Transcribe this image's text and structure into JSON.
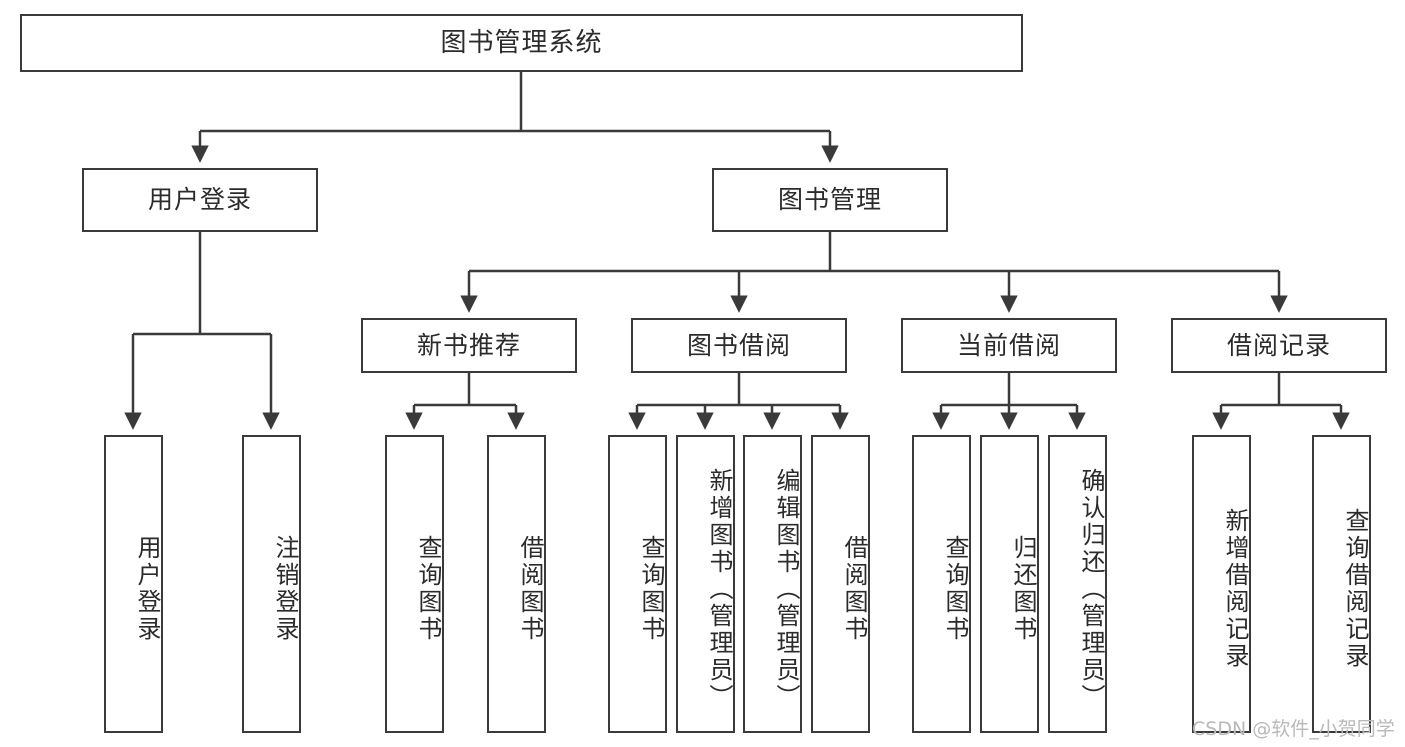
{
  "diagram": {
    "type": "tree-hierarchy-chart",
    "title": "图书管理系统",
    "colors": {
      "box_border": "#3a3a3a",
      "box_fill": "#ffffff",
      "edge": "#3a3a3a",
      "text": "#2b2b2b",
      "watermark": "#b9b9b9",
      "background": "#ffffff"
    },
    "levels": {
      "level1": [
        {
          "id": "root",
          "label": "图书管理系统",
          "orientation": "horizontal"
        }
      ],
      "level2": [
        {
          "id": "user-login",
          "label": "用户登录",
          "orientation": "horizontal",
          "parent": "root"
        },
        {
          "id": "book-management",
          "label": "图书管理",
          "orientation": "horizontal",
          "parent": "root"
        }
      ],
      "level3": [
        {
          "id": "new-book-recommend",
          "label": "新书推荐",
          "orientation": "horizontal",
          "parent": "book-management"
        },
        {
          "id": "book-borrow",
          "label": "图书借阅",
          "orientation": "horizontal",
          "parent": "book-management"
        },
        {
          "id": "current-borrow",
          "label": "当前借阅",
          "orientation": "horizontal",
          "parent": "book-management"
        },
        {
          "id": "borrow-record",
          "label": "借阅记录",
          "orientation": "horizontal",
          "parent": "book-management"
        }
      ],
      "level4": [
        {
          "id": "leaf-user-login",
          "label": "用户登录",
          "orientation": "vertical",
          "parent": "user-login"
        },
        {
          "id": "leaf-logout",
          "label": "注销登录",
          "orientation": "vertical",
          "parent": "user-login"
        },
        {
          "id": "leaf-query-book-1",
          "label": "查询图书",
          "orientation": "vertical",
          "parent": "new-book-recommend"
        },
        {
          "id": "leaf-borrow-book-1",
          "label": "借阅图书",
          "orientation": "vertical",
          "parent": "new-book-recommend"
        },
        {
          "id": "leaf-query-book-2",
          "label": "查询图书",
          "orientation": "vertical",
          "parent": "book-borrow"
        },
        {
          "id": "leaf-add-book",
          "label": "新增图书（管理员）",
          "orientation": "vertical",
          "parent": "book-borrow"
        },
        {
          "id": "leaf-edit-book",
          "label": "编辑图书（管理员）",
          "orientation": "vertical",
          "parent": "book-borrow"
        },
        {
          "id": "leaf-borrow-book-2",
          "label": "借阅图书",
          "orientation": "vertical",
          "parent": "book-borrow"
        },
        {
          "id": "leaf-query-book-3",
          "label": "查询图书",
          "orientation": "vertical",
          "parent": "current-borrow"
        },
        {
          "id": "leaf-return-book",
          "label": "归还图书",
          "orientation": "vertical",
          "parent": "current-borrow"
        },
        {
          "id": "leaf-confirm-return",
          "label": "确认归还（管理员）",
          "orientation": "vertical",
          "parent": "current-borrow"
        },
        {
          "id": "leaf-add-record",
          "label": "新增借阅记录",
          "orientation": "vertical",
          "parent": "borrow-record"
        },
        {
          "id": "leaf-query-record",
          "label": "查询借阅记录",
          "orientation": "vertical",
          "parent": "borrow-record"
        }
      ]
    }
  },
  "watermark": {
    "text": "CSDN @软件_小贺同学"
  }
}
